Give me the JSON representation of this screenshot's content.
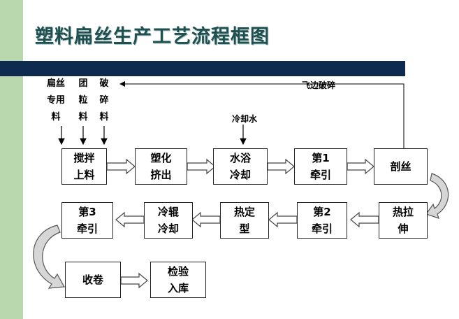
{
  "title": "塑料扁丝生产工艺流程框图",
  "raw_materials": {
    "col1": [
      "扁丝",
      "专用",
      "料"
    ],
    "col2": [
      "团",
      "粒",
      "料"
    ],
    "col3": [
      "破",
      "碎",
      "料"
    ]
  },
  "labels": {
    "flying_edge": "飞边破碎",
    "cooling_water": "冷却水"
  },
  "steps": {
    "mixing": [
      "搅拌",
      "上料"
    ],
    "plasticizing": [
      "塑化",
      "挤出"
    ],
    "water_bath": [
      "水浴",
      "冷却"
    ],
    "traction1": [
      "第1",
      "牵引"
    ],
    "slitting": [
      "剖丝"
    ],
    "heat_stretch": [
      "热拉",
      "伸"
    ],
    "traction2": [
      "第2",
      "牵引"
    ],
    "heat_set": [
      "热定",
      "型"
    ],
    "cold_roll": [
      "冷辊",
      "冷却"
    ],
    "traction3": [
      "第3",
      "牵引"
    ],
    "winding": [
      "收卷"
    ],
    "inspection": [
      "检验",
      "入库"
    ]
  }
}
